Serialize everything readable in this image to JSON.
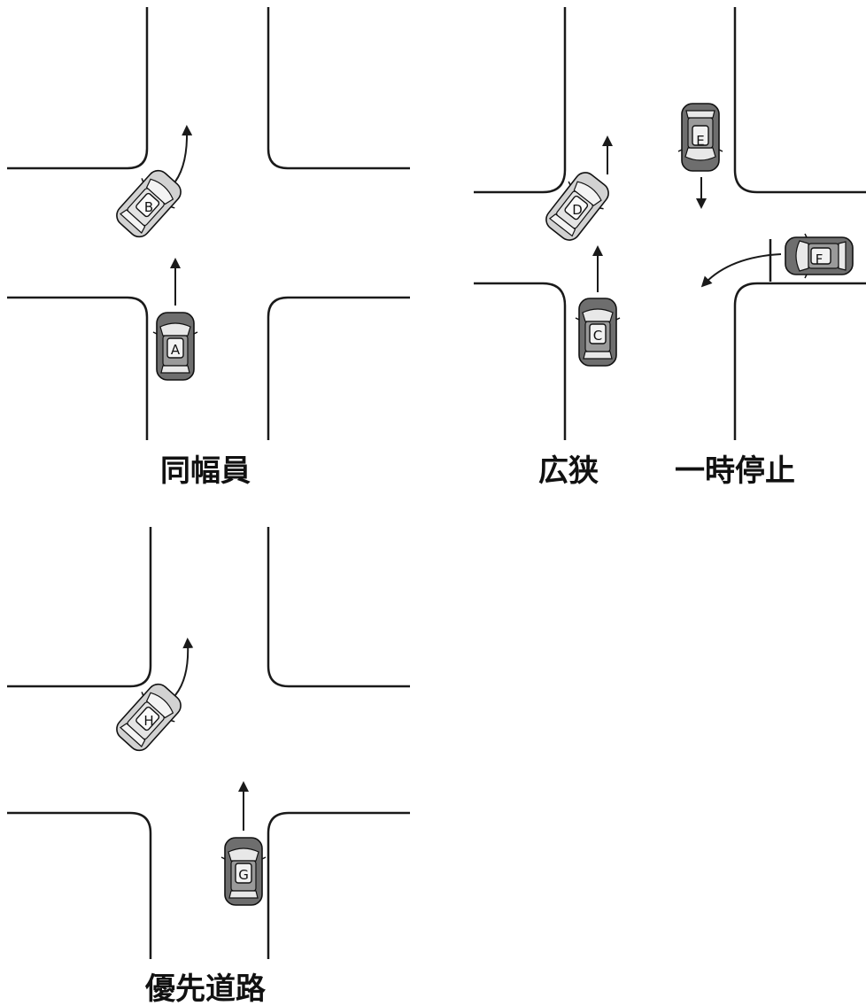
{
  "labels": {
    "same_width": "同幅員",
    "wide_narrow": "広狭",
    "stop_sign": "一時停止",
    "priority_road": "優先道路"
  },
  "cars": {
    "a": "A",
    "b": "B",
    "c": "C",
    "d": "D",
    "e": "E",
    "f": "F",
    "g": "G",
    "h": "H"
  },
  "colors": {
    "dark_car": "#6e6e6e",
    "light_car": "#cfcfcf",
    "road_line": "#1a1a1a"
  }
}
